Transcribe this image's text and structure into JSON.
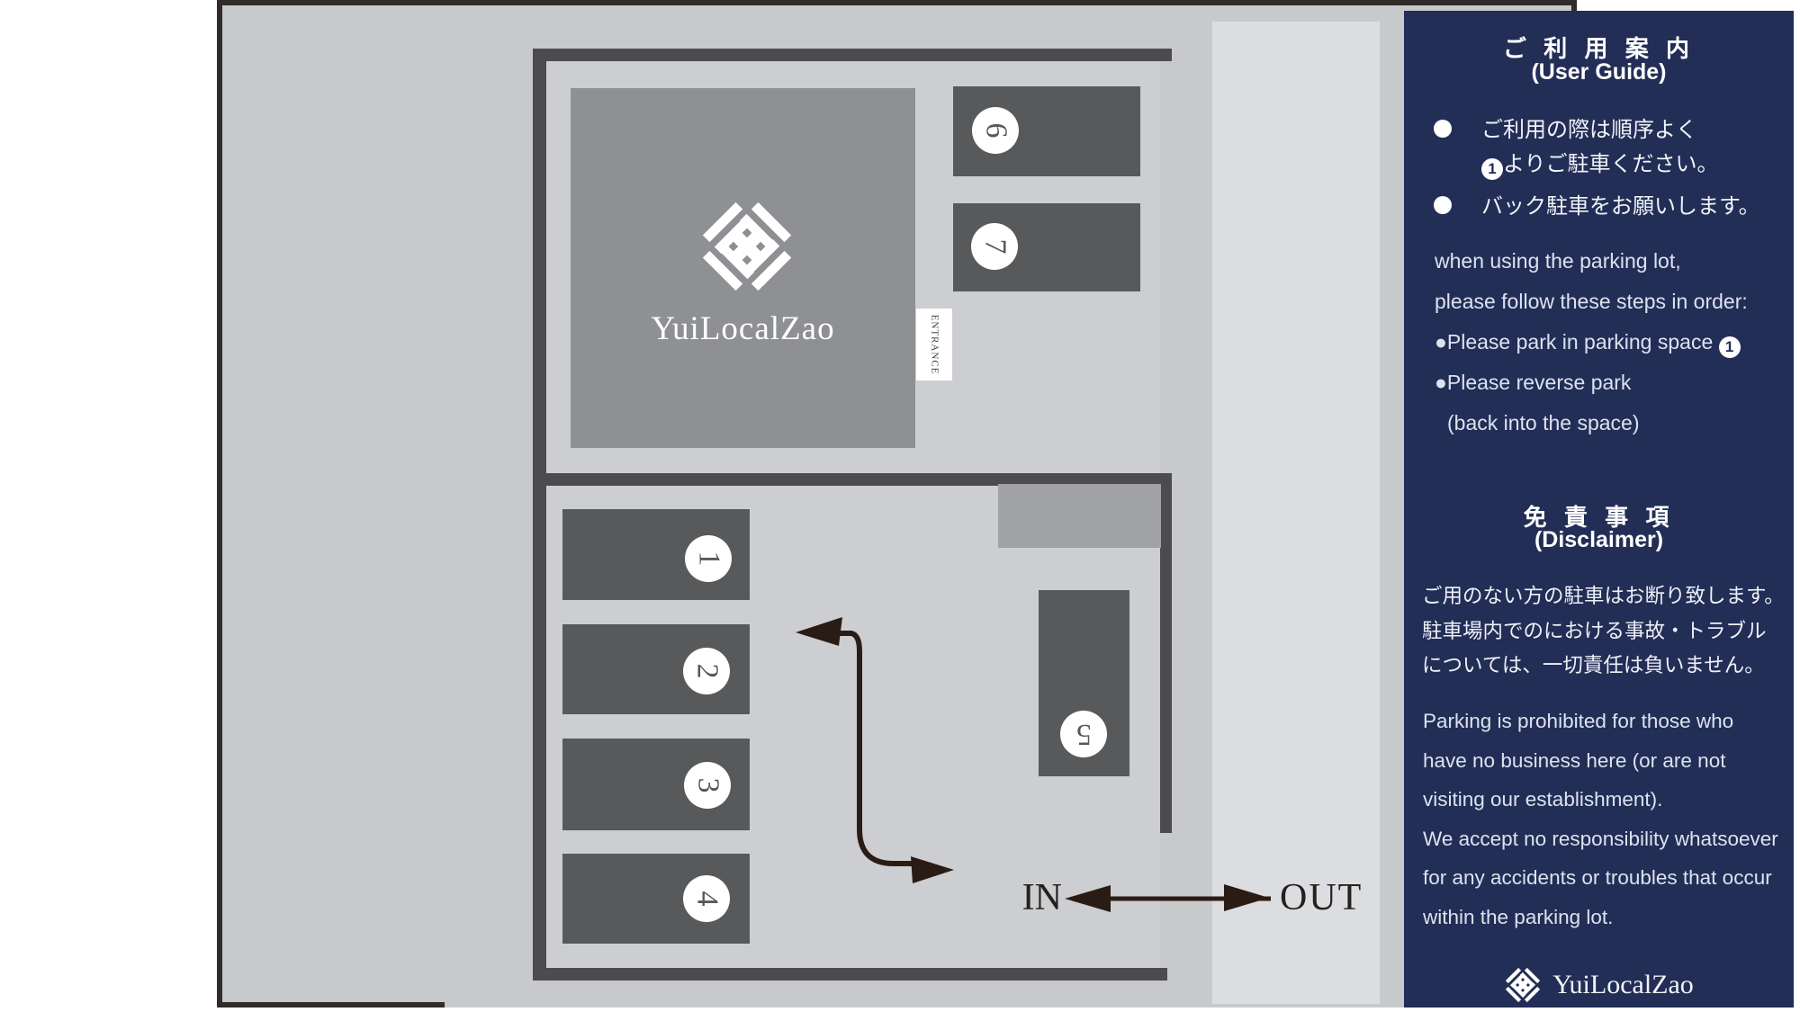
{
  "map": {
    "building_name": "YuiLocalZao",
    "entrance_label": "ENTRANCE",
    "in_label": "IN",
    "out_label": "OUT",
    "spaces": [
      "1",
      "2",
      "3",
      "4",
      "5",
      "6",
      "7"
    ]
  },
  "panel": {
    "user_guide": {
      "title_jp": "ご 利 用 案 内",
      "title_en": "(User Guide)",
      "bullet1_line1": "ご利用の際は順序よく",
      "bullet1_badge": "1",
      "bullet1_line2": "よりご駐車ください。",
      "bullet2_line1": "バック駐車をお願いします。",
      "steps": [
        "when using the parking lot,",
        "please follow these steps in order:",
        "●Please park in parking space",
        "●Please reverse park",
        "(back into the space)"
      ],
      "step3_badge": "1"
    },
    "disclaimer": {
      "title_jp": "免 責 事 項",
      "title_en": "(Disclaimer)",
      "lines_jp": [
        "ご用のない方の駐車はお断り致します。",
        "駐車場内でのにおける事故・トラブル",
        "については、一切責任は負いません。"
      ],
      "lines_en": [
        "Parking is prohibited for those who",
        "have no business here (or are not",
        "visiting our establishment).",
        "We accept no responsibility whatsoever",
        "for any accidents or troubles that occur",
        "within the parking lot."
      ]
    },
    "footer_brand": "YuiLocalZao"
  },
  "colors": {
    "navy": "#232e56",
    "map_bg": "#c8c9cb",
    "road": "#dcdde0",
    "wall": "#4c4b4d",
    "stall": "#58595b",
    "building": "#8e9093",
    "arrow": "#2a1c15",
    "frame_border": "#312c29"
  }
}
